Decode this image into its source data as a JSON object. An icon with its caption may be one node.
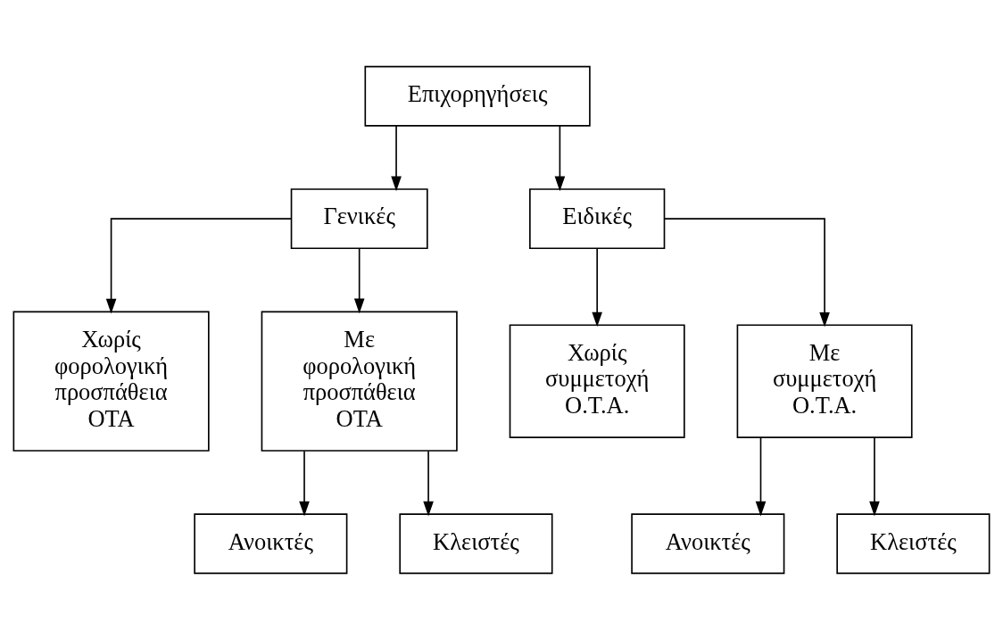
{
  "diagram": {
    "nodes": [
      {
        "text": [
          "Επιχορηγήσεις"
        ]
      },
      {
        "text": [
          "Γενικές"
        ]
      },
      {
        "text": [
          "Ειδικές"
        ]
      },
      {
        "text": [
          "Χωρίς φορολογική προσπάθεια ΟΤΑ"
        ]
      },
      {
        "text": [
          "Με φορολογική προσπάθεια ΟΤΑ"
        ]
      },
      {
        "text": [
          "Χωρίς συμμετοχή Ο.Τ.Α."
        ]
      },
      {
        "text": [
          "Με συμμετοχή Ο.Τ.Α."
        ]
      },
      {
        "text": [
          "Ανοικτές"
        ]
      },
      {
        "text": [
          "Κλειστές"
        ]
      },
      {
        "text": [
          "Ανοικτές"
        ]
      },
      {
        "text": [
          "Κλειστές"
        ]
      }
    ],
    "edges": [
      {
        "from": 0,
        "to": 1,
        "arrow": "to"
      },
      {
        "from": 0,
        "to": 2,
        "arrow": "to"
      },
      {
        "from": 1,
        "to": 3,
        "arrow": "to"
      },
      {
        "from": 1,
        "to": 4,
        "arrow": "to"
      },
      {
        "from": 2,
        "to": 5,
        "arrow": "to"
      },
      {
        "from": 2,
        "to": 6,
        "arrow": "to"
      },
      {
        "from": 4,
        "to": 7,
        "arrow": "to"
      },
      {
        "from": 4,
        "to": 8,
        "arrow": "to"
      },
      {
        "from": 6,
        "to": 9,
        "arrow": "to"
      },
      {
        "from": 6,
        "to": 10,
        "arrow": "to"
      }
    ]
  }
}
